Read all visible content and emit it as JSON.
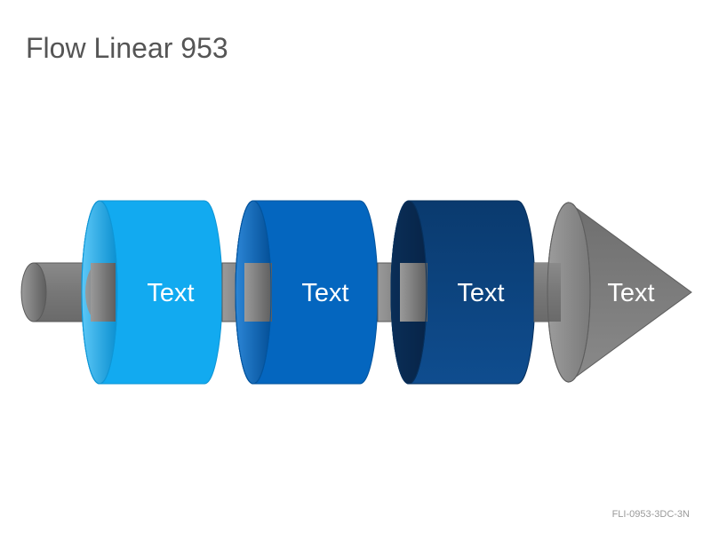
{
  "title": "Flow Linear 953",
  "footer_code": "FLI-0953-3DC-3N",
  "steps": [
    {
      "label": "Text",
      "color": "#12AAF0"
    },
    {
      "label": "Text",
      "color": "#0466BF"
    },
    {
      "label": "Text",
      "color": "#0B3F77"
    },
    {
      "label": "Text",
      "color": "#7A7A7A"
    }
  ],
  "pipe_color": "#777777"
}
